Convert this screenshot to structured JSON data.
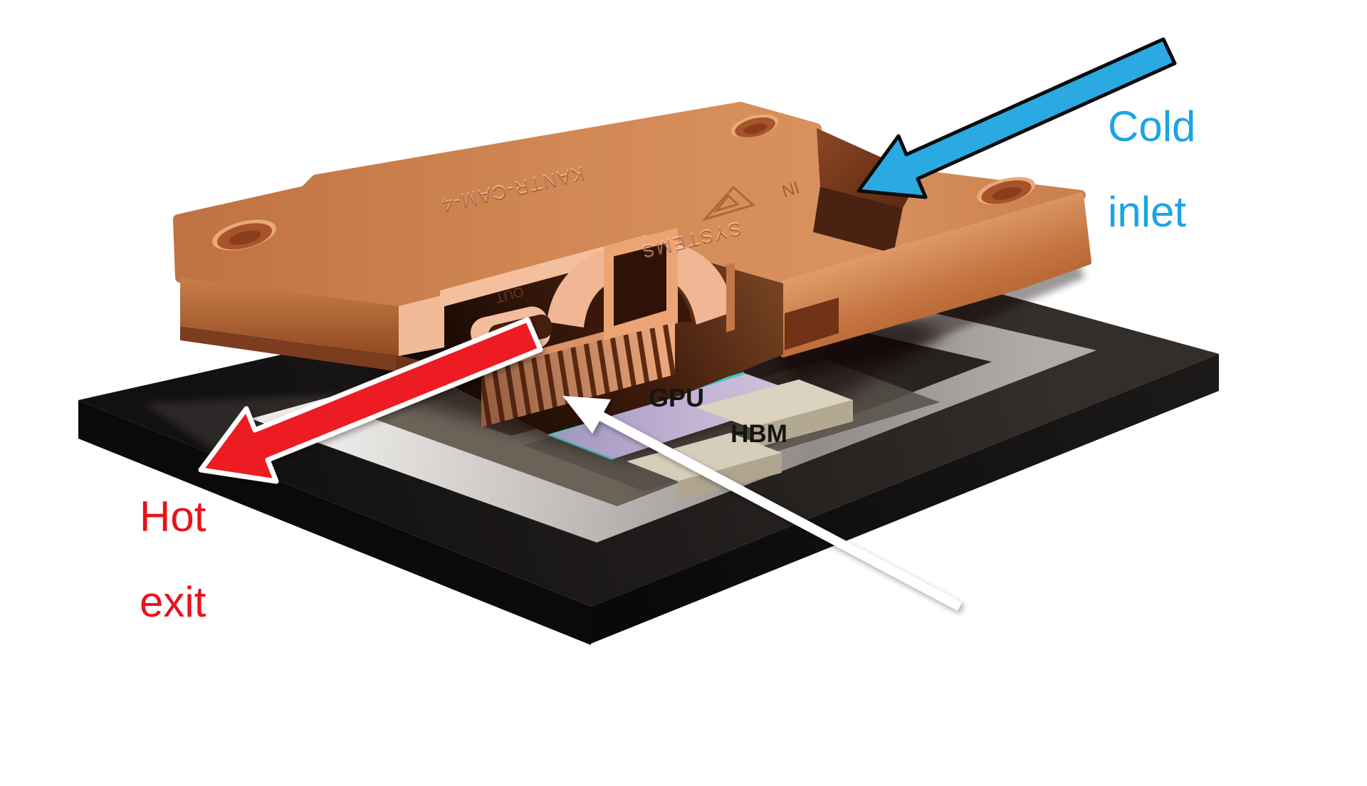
{
  "annotations": {
    "cold_inlet": {
      "line1": "Cold",
      "line2": "inlet",
      "text_color": "#1BA4E4",
      "arrow_color": "#2AA9E2"
    },
    "hot_exit": {
      "line1": "Hot",
      "line2": "exit",
      "text_color": "#E8131B",
      "arrow_color": "#EC1B24"
    },
    "chip_labels": {
      "gpu": "GPU",
      "hbm": "HBM",
      "text_color": "#141414"
    },
    "coolant_path_arrow_color": "#FFFFFF"
  },
  "engravings": {
    "part_number": "KANTR-CAM-4",
    "brand": "SYSTEMS",
    "inlet_mark": "IN",
    "outlet_mark": "OUT"
  },
  "materials": {
    "copper_top": "#D28955",
    "copper_front_light": "#F0B489",
    "copper_dark": "#8E451D",
    "cut_face": "#F3BD9C",
    "cavity_dark": "#3F1C0C",
    "fin_copper": "#EFAA7E",
    "package_black": "#1F1C1B",
    "stiffener_ring_gray": "#C2BFBC",
    "gpu_die_lavender": "#C3B4D4",
    "die_edge_teal": "#43C6BE",
    "hbm_beige": "#DBD2BF",
    "background": "#FFFFFF"
  }
}
